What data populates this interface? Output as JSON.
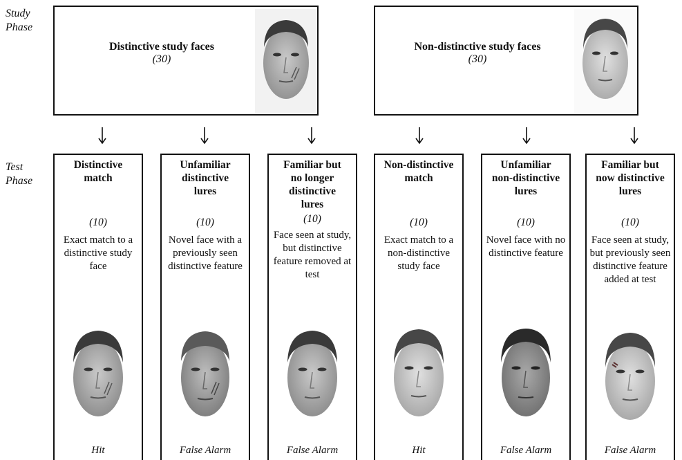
{
  "phases": {
    "study_label": "Study\nPhase",
    "test_label": "Test\nPhase"
  },
  "study": [
    {
      "title": "Distinctive study faces",
      "count": "(30)",
      "face": "distinctive-face-photo"
    },
    {
      "title": "Non-distinctive study faces",
      "count": "(30)",
      "face": "non-distinctive-face-photo"
    }
  ],
  "test": [
    {
      "title": "Distinctive\nmatch",
      "count": "(10)",
      "description": "Exact match to a distinctive study face",
      "outcome": "Hit"
    },
    {
      "title": "Unfamiliar\ndistinctive\nlures",
      "count": "(10)",
      "description": "Novel face with a previously seen distinctive feature",
      "outcome": "False Alarm"
    },
    {
      "title": "Familiar but\nno longer\ndistinctive\nlures",
      "count": "(10)",
      "description": "Face seen at study, but distinctive feature removed at test",
      "outcome": "False Alarm"
    },
    {
      "title": "Non-distinctive\nmatch",
      "count": "(10)",
      "description": "Exact match to a non-distinctive study face",
      "outcome": "Hit"
    },
    {
      "title": "Unfamiliar\nnon-distinctive\nlures",
      "count": "(10)",
      "description": "Novel face with no distinctive feature",
      "outcome": "False Alarm"
    },
    {
      "title": "Familiar but\nnow distinctive\nlures",
      "count": "(10)",
      "description": "Face seen at study, but previously seen distinctive feature added at test",
      "outcome": "False Alarm"
    }
  ],
  "colors": {
    "border": "#111111",
    "skin": "#b9b9b9",
    "hair": "#3d3d3d",
    "scar": "#5a5a5a"
  }
}
